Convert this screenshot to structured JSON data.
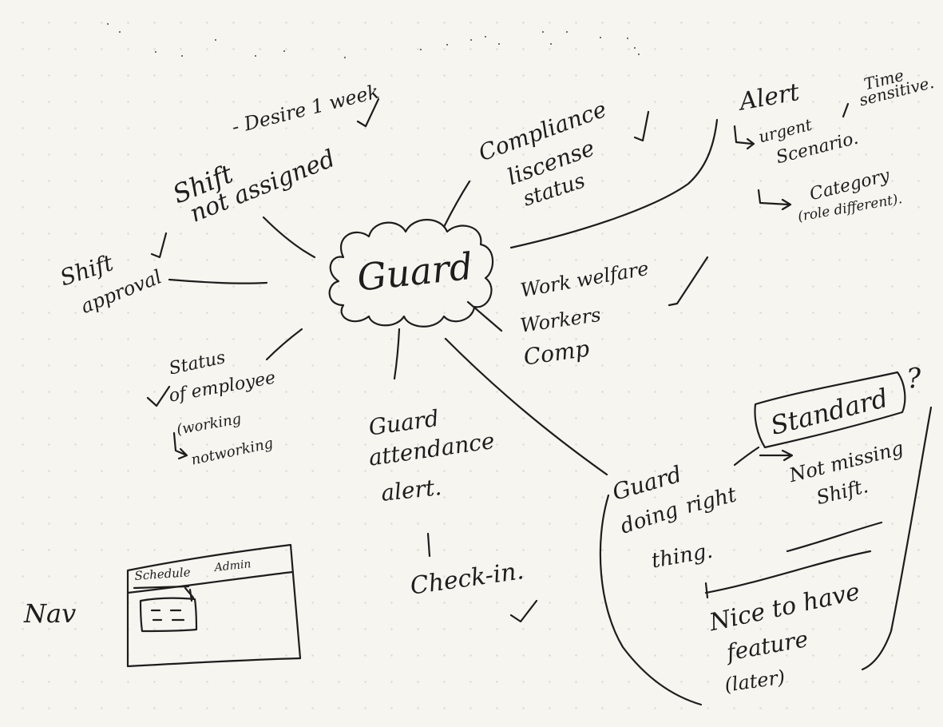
{
  "center": {
    "label": "Guard"
  },
  "nodes": {
    "shift_not_assigned": {
      "line1": "Shift",
      "line2": "not assigned",
      "note": "- Desire 1 week"
    },
    "shift_approval": {
      "line1": "Shift",
      "line2": "approval"
    },
    "status_employee": {
      "line1": "Status",
      "line2": "of employee",
      "line3": "(working",
      "line4": "notworking"
    },
    "guard_attendance": {
      "line1": "Guard",
      "line2": "attendance",
      "line3": "alert."
    },
    "check_in": {
      "label": "Check-in."
    },
    "compliance": {
      "line1": "Compliance",
      "line2": "liscense",
      "line3": "status"
    },
    "alert": {
      "title": "Alert",
      "note1": "Time",
      "note2": "sensitive.",
      "sub1": "urgent",
      "sub2": "Scenario.",
      "sub3": "Category",
      "sub4": "(role different)."
    },
    "work_welfare": {
      "line1": "Work welfare",
      "line2": "Workers",
      "line3": "Comp"
    },
    "standard": {
      "box": "Standard",
      "qmark": "?",
      "guard1": "Guard",
      "guard2": "doing",
      "right": "right",
      "thing": "thing.",
      "miss1": "Not missing",
      "miss2": "Shift.",
      "nice1": "Nice to have",
      "nice2": "feature",
      "nice3": "(later)"
    }
  },
  "nav": {
    "label": "Nav",
    "tab1": "Schedule",
    "tab2": "Admin"
  },
  "colors": {
    "ink": "#1d1d1d",
    "paper": "#f7f5f0",
    "grid_dot": "#d9d6cf"
  }
}
